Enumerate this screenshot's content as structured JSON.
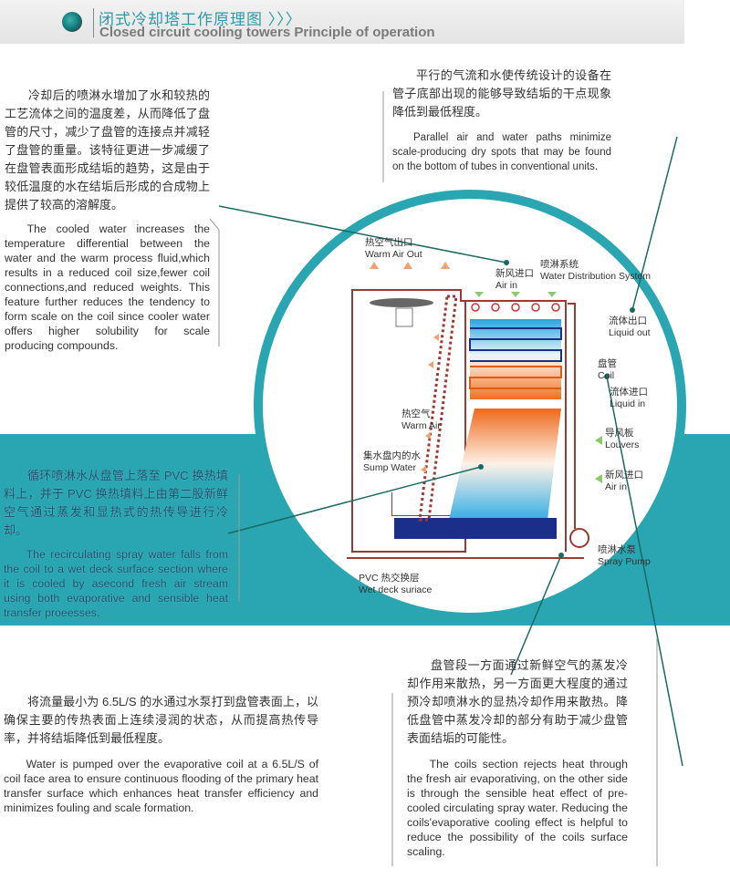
{
  "header": {
    "title_zh": "闭式冷却塔工作原理图  〉〉〉",
    "title_en": "Closed circuit cooling towers Principle of operation"
  },
  "blocks": {
    "cooled_water": {
      "zh": "冷却后的喷淋水增加了水和较热的工艺流体之间的温度差，从而降低了盘管的尺寸，减少了盘管的连接点并减轻了盘管的重量。该特征更进一步减缓了在盘管表面形成结垢的趋势，这是由于较低温度的水在结垢后形成的合成物上提供了较高的溶解度。",
      "en": "The cooled water increases the temperature differential between the water and the warm process fluid,which results in a reduced coil size,fewer coil connections,and reduced weights. This feature further reduces the tendency to form scale on the coil since cooler water offers higher solubility for scale producing compounds."
    },
    "parallel": {
      "zh": "平行的气流和水使传统设计的设备在管子底部出现的能够导致结垢的干点现象降低到最低程度。",
      "en": "Parallel air and water paths minimize scale-producing dry spots that may be found on the bottom of tubes in conventional units."
    },
    "recirculating": {
      "zh": "循环喷淋水从盘管上落至 PVC 换热填料上，并于 PVC 换热填料上由第二股新鲜空气通过蒸发和显热式的热传导进行冷却。",
      "en": "The recirculating spray water falls from the coil to a wet deck surface section where it is cooled by asecond fresh air stream using both evaporative and sensible heat transfer proeesses."
    },
    "pumped": {
      "zh": "将流量最小为 6.5L/S 的水通过水泵打到盘管表面上，以确保主要的传热表面上连续浸润的状态，从而提高热传导率，并将结垢降低到最低程度。",
      "en": "Water is pumped over the evaporative coil at a 6.5L/S of coil face area to ensure continuous flooding of the primary heat transfer surface which enhances heat transfer efficiency and minimizes fouling and scale formation."
    },
    "coils": {
      "zh": "盘管段一方面通过新鲜空气的蒸发冷却作用来散热，另一方面更大程度的通过预冷却喷淋水的显热冷却作用来散热。降低盘管中蒸发冷却的部分有助于减少盘管表面结垢的可能性。",
      "en": "The coils section rejects heat through the fresh air evaporativing, on the other side is through the sensible heat effect of pre-cooled circulating spray water. Reducing the coils'evaporative cooling effect is helpful to reduce the possibility of the coils surface scaling."
    }
  },
  "labels": {
    "warm_air_out": [
      "热空气出口",
      "Warm Air Out"
    ],
    "air_in_top": [
      "新风进口",
      "Air in"
    ],
    "water_dist": [
      "喷淋系统",
      "Water Distribution System"
    ],
    "liquid_out": [
      "流体出口",
      "Liquid out"
    ],
    "coil": [
      "盘管",
      "Coil"
    ],
    "liquid_in": [
      "流体进口",
      "Liquid in"
    ],
    "warm_air": [
      "热空气",
      "Warm Air"
    ],
    "sump": [
      "集水盘内的水",
      "Sump Water"
    ],
    "louvers": [
      "导风板",
      "Louvers"
    ],
    "air_in_side": [
      "新风进口",
      "Air in"
    ],
    "pump": [
      "喷淋水泵",
      "Spray Pump"
    ],
    "wet_deck": [
      "PVC 热交换层",
      "Wet deck suriace"
    ]
  },
  "colors": {
    "teal": "#2aa6b2",
    "frame": "#9b3a32",
    "sump": "#1b2f8a"
  }
}
